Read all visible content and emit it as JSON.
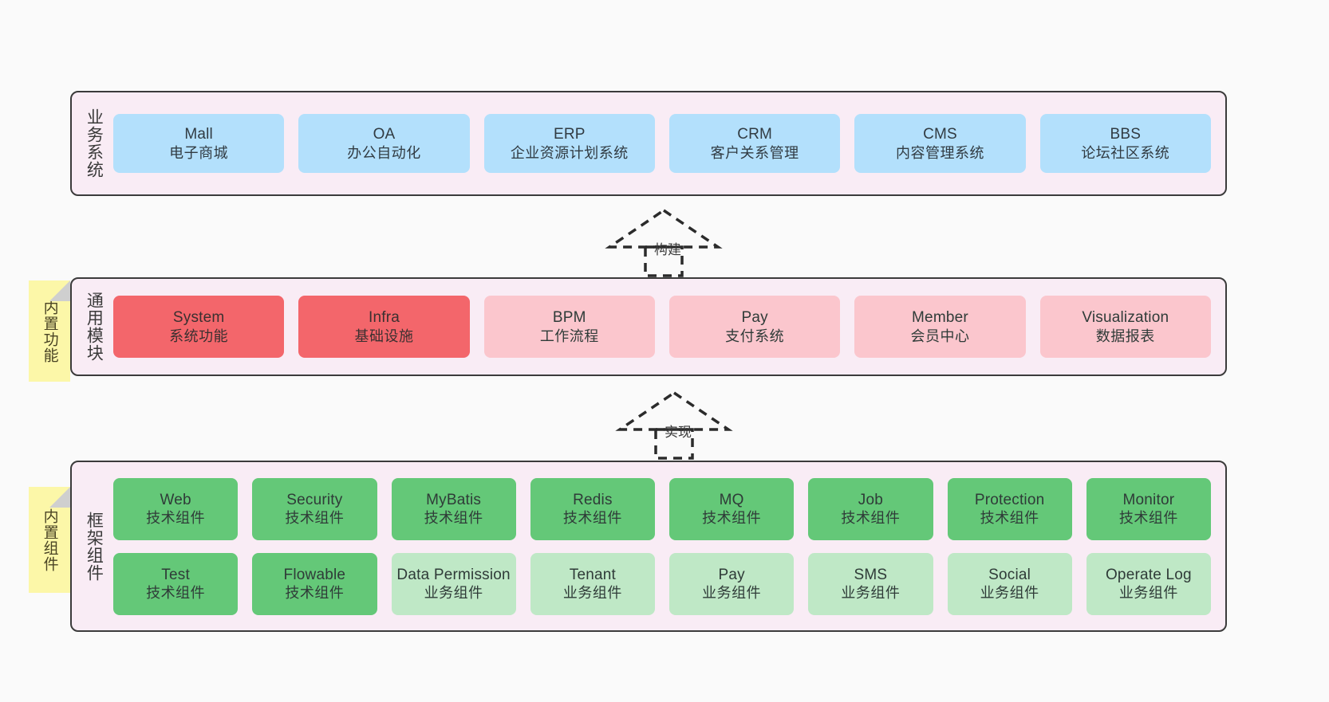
{
  "diagram": {
    "background_color": "#fafafa",
    "layer_fill": "#f9ecf5",
    "layer_border": "#3b3b3b",
    "sticky_color": "#fcf7a8"
  },
  "layers": [
    {
      "id": "business-system",
      "caption": "业务系统",
      "sticky": null,
      "rows": [
        {
          "nodes": [
            {
              "en": "Mall",
              "cn": "电子商城",
              "color": "#b3e0fc",
              "style": "blue"
            },
            {
              "en": "OA",
              "cn": "办公自动化",
              "color": "#b3e0fc",
              "style": "blue"
            },
            {
              "en": "ERP",
              "cn": "企业资源计划系统",
              "color": "#b3e0fc",
              "style": "blue"
            },
            {
              "en": "CRM",
              "cn": "客户关系管理",
              "color": "#b3e0fc",
              "style": "blue"
            },
            {
              "en": "CMS",
              "cn": "内容管理系统",
              "color": "#b3e0fc",
              "style": "blue"
            },
            {
              "en": "BBS",
              "cn": "论坛社区系统",
              "color": "#b3e0fc",
              "style": "blue"
            }
          ]
        }
      ]
    },
    {
      "id": "common-module",
      "caption": "通用模块",
      "sticky": "内置功能",
      "rows": [
        {
          "nodes": [
            {
              "en": "System",
              "cn": "系统功能",
              "color": "#f3666b",
              "style": "red"
            },
            {
              "en": "Infra",
              "cn": "基础设施",
              "color": "#f3666b",
              "style": "red"
            },
            {
              "en": "BPM",
              "cn": "工作流程",
              "color": "#fbc6cd",
              "style": "pink"
            },
            {
              "en": "Pay",
              "cn": "支付系统",
              "color": "#fbc6cd",
              "style": "pink"
            },
            {
              "en": "Member",
              "cn": "会员中心",
              "color": "#fbc6cd",
              "style": "pink"
            },
            {
              "en": "Visualization",
              "cn": "数据报表",
              "color": "#fbc6cd",
              "style": "pink"
            }
          ]
        }
      ]
    },
    {
      "id": "framework-component",
      "caption": "框架组件",
      "sticky": "内置组件",
      "rows": [
        {
          "nodes": [
            {
              "en": "Web",
              "cn": "技术组件",
              "color": "#64c878",
              "style": "green"
            },
            {
              "en": "Security",
              "cn": "技术组件",
              "color": "#64c878",
              "style": "green"
            },
            {
              "en": "MyBatis",
              "cn": "技术组件",
              "color": "#64c878",
              "style": "green"
            },
            {
              "en": "Redis",
              "cn": "技术组件",
              "color": "#64c878",
              "style": "green"
            },
            {
              "en": "MQ",
              "cn": "技术组件",
              "color": "#64c878",
              "style": "green"
            },
            {
              "en": "Job",
              "cn": "技术组件",
              "color": "#64c878",
              "style": "green"
            },
            {
              "en": "Protection",
              "cn": "技术组件",
              "color": "#64c878",
              "style": "green"
            },
            {
              "en": "Monitor",
              "cn": "技术组件",
              "color": "#64c878",
              "style": "green"
            }
          ]
        },
        {
          "nodes": [
            {
              "en": "Test",
              "cn": "技术组件",
              "color": "#64c878",
              "style": "green"
            },
            {
              "en": "Flowable",
              "cn": "技术组件",
              "color": "#64c878",
              "style": "green"
            },
            {
              "en": "Data Permission",
              "cn": "业务组件",
              "color": "#bfe8c6",
              "style": "lightgreen"
            },
            {
              "en": "Tenant",
              "cn": "业务组件",
              "color": "#bfe8c6",
              "style": "lightgreen"
            },
            {
              "en": "Pay",
              "cn": "业务组件",
              "color": "#bfe8c6",
              "style": "lightgreen"
            },
            {
              "en": "SMS",
              "cn": "业务组件",
              "color": "#bfe8c6",
              "style": "lightgreen"
            },
            {
              "en": "Social",
              "cn": "业务组件",
              "color": "#bfe8c6",
              "style": "lightgreen"
            },
            {
              "en": "Operate Log",
              "cn": "业务组件",
              "color": "#bfe8c6",
              "style": "lightgreen"
            }
          ]
        }
      ]
    }
  ],
  "connectors": [
    {
      "id": "build",
      "label": "构建",
      "from": "common-module",
      "to": "business-system"
    },
    {
      "id": "implement",
      "label": "实现",
      "from": "framework-component",
      "to": "common-module"
    }
  ]
}
